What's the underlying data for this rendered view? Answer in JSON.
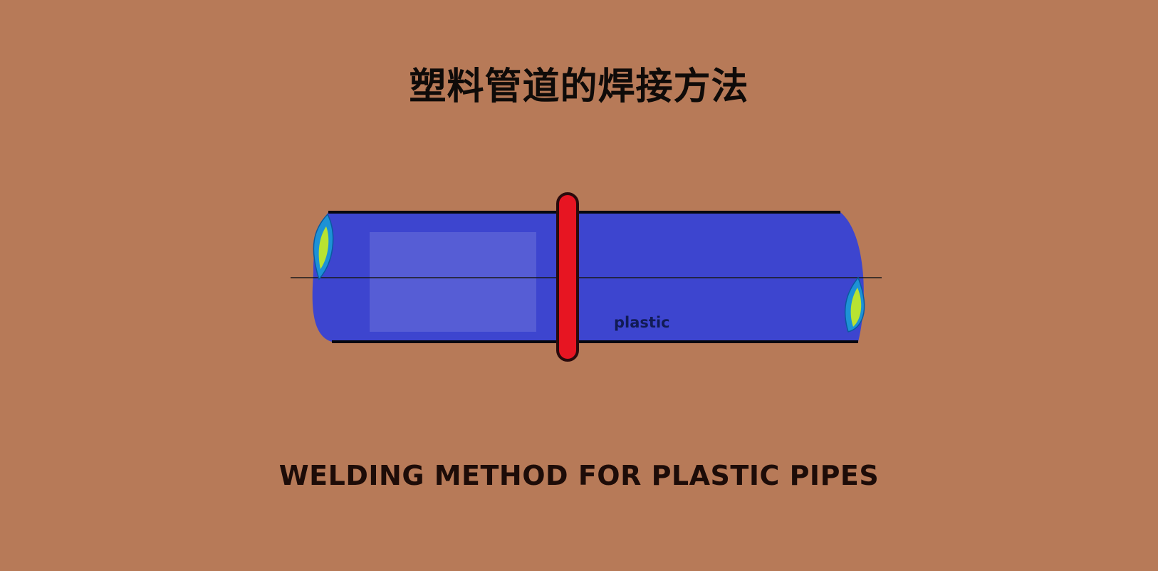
{
  "title_cn": "塑料管道的焊接方法",
  "title_en": "WELDING METHOD FOR PLASTIC PIPES",
  "pipe_label": "plastic",
  "colors": {
    "background": "#b77a58",
    "pipe": "#3d45cf",
    "pipe_outline": "#06080f",
    "weld_band": "#e71522",
    "flame_outer": "#1d92d6",
    "flame_inner": "#b8e332",
    "centerline": "#1a1a1a"
  },
  "icons": {
    "left_flame": "torch-flame-icon",
    "right_flame": "torch-flame-icon",
    "weld": "weld-ring-shape"
  }
}
